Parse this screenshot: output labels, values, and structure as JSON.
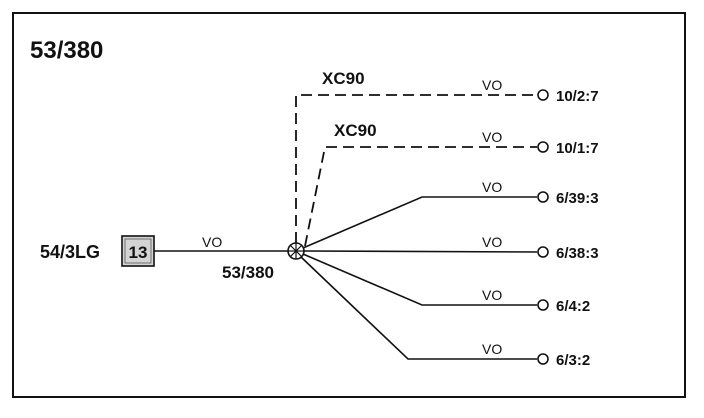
{
  "title": "53/380",
  "source": {
    "label": "54/3LG",
    "connector_number": "13"
  },
  "splice": {
    "label": "53/380"
  },
  "source_wire": {
    "code": "VO"
  },
  "branches": [
    {
      "variant": "XC90",
      "code": "VO",
      "end": "10/2:7",
      "style": "dashed"
    },
    {
      "variant": "XC90",
      "code": "VO",
      "end": "10/1:7",
      "style": "dashed"
    },
    {
      "variant": "",
      "code": "VO",
      "end": "6/39:3",
      "style": "solid"
    },
    {
      "variant": "",
      "code": "VO",
      "end": "6/38:3",
      "style": "solid"
    },
    {
      "variant": "",
      "code": "VO",
      "end": "6/4:2",
      "style": "solid"
    },
    {
      "variant": "",
      "code": "VO",
      "end": "6/3:2",
      "style": "solid"
    }
  ],
  "colors": {
    "line": "#111111",
    "connector_fill": "#d4d4d4",
    "background": "#ffffff"
  }
}
